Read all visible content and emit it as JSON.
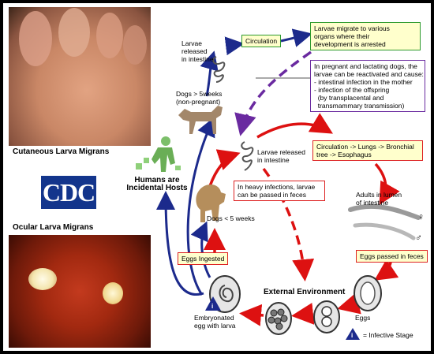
{
  "labels": {
    "cutaneous": "Cutaneous Larva Migrans",
    "ocular": "Ocular Larva Migrans",
    "cdc": "CDC",
    "humans": [
      "Humans are",
      "Incidental Hosts"
    ],
    "larvae_released_top": [
      "Larvae",
      "released",
      "in intestine"
    ],
    "circulation": "Circulation",
    "organs": [
      "Larvae migrate to various",
      "organs where their",
      "development is arrested"
    ],
    "pregnant": [
      "In pregnant and lactating dogs, the",
      "larvae can be reactivated and cause:",
      "- intestinal infection in the mother",
      "- infection of the offspring",
      "  (by transplacental and",
      "  transmammary transmission)"
    ],
    "dogs_over": [
      "Dogs > 5weeks",
      "(non-pregnant)"
    ],
    "larvae_released_mid": [
      "Larvae released",
      "in intestine"
    ],
    "circ_lungs": [
      "Circulation -> Lungs -> Bronchial",
      "tree -> Esophagus"
    ],
    "heavy": [
      "In heavy infections, larvae",
      "can be passed in feces"
    ],
    "adults": [
      "Adults in lumen",
      "of intestine"
    ],
    "dogs_under": "Dogs < 5 weeks",
    "eggs_ingested": "Eggs Ingested",
    "eggs_passed": "Eggs passed in feces",
    "external": "External Environment",
    "embryonated": [
      "Embryonated",
      "egg with larva"
    ],
    "eggs": "Eggs",
    "infective": "= Infective Stage",
    "stage_marker": "i",
    "sex_female": "♀",
    "sex_male": "♂"
  },
  "colors": {
    "green": "#2e9a2e",
    "purple": "#6a2aa0",
    "red": "#dd1111",
    "navy": "#1c2a8c",
    "yellow_box": "#ffffcc"
  }
}
